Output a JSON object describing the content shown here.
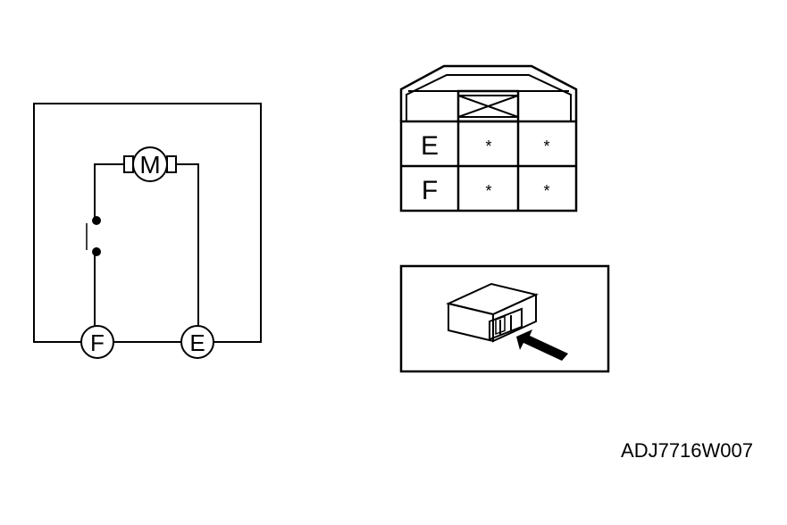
{
  "schematic": {
    "motor_label": "M",
    "terminal_f": "F",
    "terminal_e": "E"
  },
  "connector": {
    "rows": [
      {
        "label": "E",
        "pins": [
          "*",
          "*"
        ]
      },
      {
        "label": "F",
        "pins": [
          "*",
          "*"
        ]
      }
    ]
  },
  "figure_code": "ADJ7716W007"
}
